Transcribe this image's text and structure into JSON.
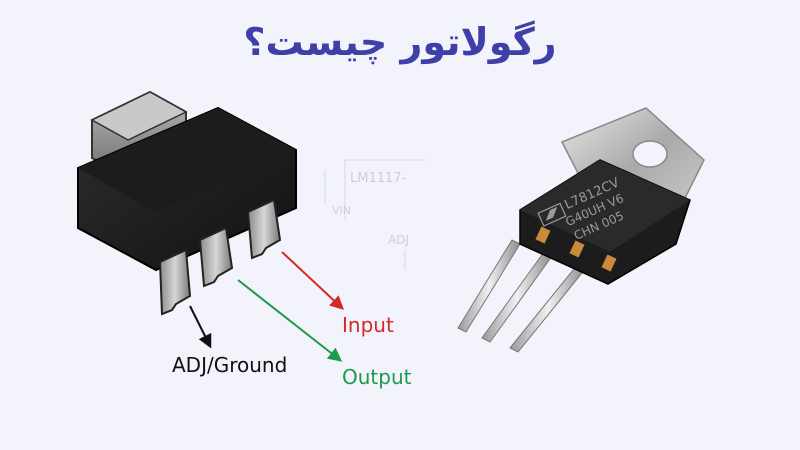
{
  "title": "رگولاتور چیست؟",
  "labels": {
    "input": "Input",
    "output": "Output",
    "adj_ground": "ADJ/Ground"
  },
  "faint_schematic": {
    "part": "LM1117-",
    "vin": "VIN",
    "adj": "ADJ"
  },
  "component_marking": {
    "line1": "L7812CV",
    "line2": "G40UH V6",
    "line3": "CHN 005"
  },
  "colors": {
    "title": "#3f3fa8",
    "input": "#d02a2a",
    "output": "#1f9a4c",
    "adj_ground": "#111111"
  }
}
